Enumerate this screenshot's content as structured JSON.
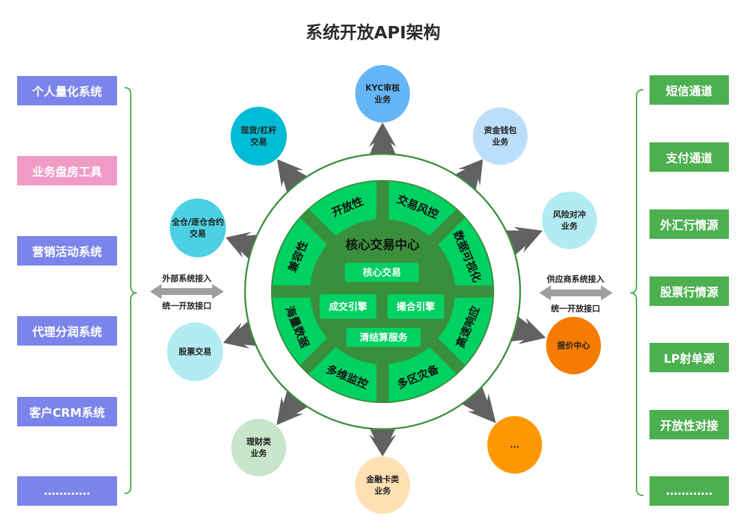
{
  "title": "系统开放API架构",
  "colors": {
    "left_box_blue": "#7b84ea",
    "left_box_pink": "#f09ac6",
    "right_box_green": "#4caf50",
    "ring_green": "#00d163",
    "ring_dark": "#3a8f3d",
    "arrow_gray": "#616161",
    "double_arrow_gray": "#9e9e9e",
    "bracket_green": "#4caf50"
  },
  "left_systems": [
    {
      "label": "个人量化系统",
      "color": "#7b84ea"
    },
    {
      "label": "业务盘房工具",
      "color": "#f09ac6"
    },
    {
      "label": "营销活动系统",
      "color": "#7b84ea"
    },
    {
      "label": "代理分润系统",
      "color": "#7b84ea"
    },
    {
      "label": "客户CRM系统",
      "color": "#7b84ea"
    },
    {
      "label": "…………",
      "color": "#7b84ea"
    }
  ],
  "right_systems": [
    {
      "label": "短信通道"
    },
    {
      "label": "支付通道"
    },
    {
      "label": "外汇行情源"
    },
    {
      "label": "股票行情源"
    },
    {
      "label": "LP射单源"
    },
    {
      "label": "开放性对接"
    },
    {
      "label": "…………"
    }
  ],
  "left_connector": {
    "top": "外部系统接入",
    "bottom": "统一开放接口"
  },
  "right_connector": {
    "top": "供应商系统接入",
    "bottom": "统一开放接口"
  },
  "core": {
    "title": "核心交易中心",
    "inner_boxes": [
      "核心交易",
      "成交引擎",
      "撮合引擎",
      "清结算服务"
    ],
    "segments": [
      "开放性",
      "交易风控",
      "数据可视化",
      "高速响应",
      "多区灾备",
      "多维监控",
      "海量数据",
      "兼容性"
    ]
  },
  "business_nodes": [
    {
      "lines": [
        "KYC审核",
        "业务"
      ],
      "color": "#64b5f6"
    },
    {
      "lines": [
        "资金钱包",
        "业务"
      ],
      "color": "#bbdefb"
    },
    {
      "lines": [
        "风险对冲",
        "业务"
      ],
      "color": "#b2ebf2"
    },
    {
      "lines": [
        "报价中心"
      ],
      "color": "#f57c00"
    },
    {
      "lines": [
        "..."
      ],
      "color": "#ff9800"
    },
    {
      "lines": [
        "金融卡类",
        "业务"
      ],
      "color": "#ffe0b2"
    },
    {
      "lines": [
        "理财类",
        "业务"
      ],
      "color": "#c8e6c9"
    },
    {
      "lines": [
        "股票交易"
      ],
      "color": "#b2ebf2"
    },
    {
      "lines": [
        "全仓/逐仓合约",
        "交易"
      ],
      "color": "#4dd0e1"
    },
    {
      "lines": [
        "现货/杠杆",
        "交易"
      ],
      "color": "#00bcd4"
    }
  ]
}
